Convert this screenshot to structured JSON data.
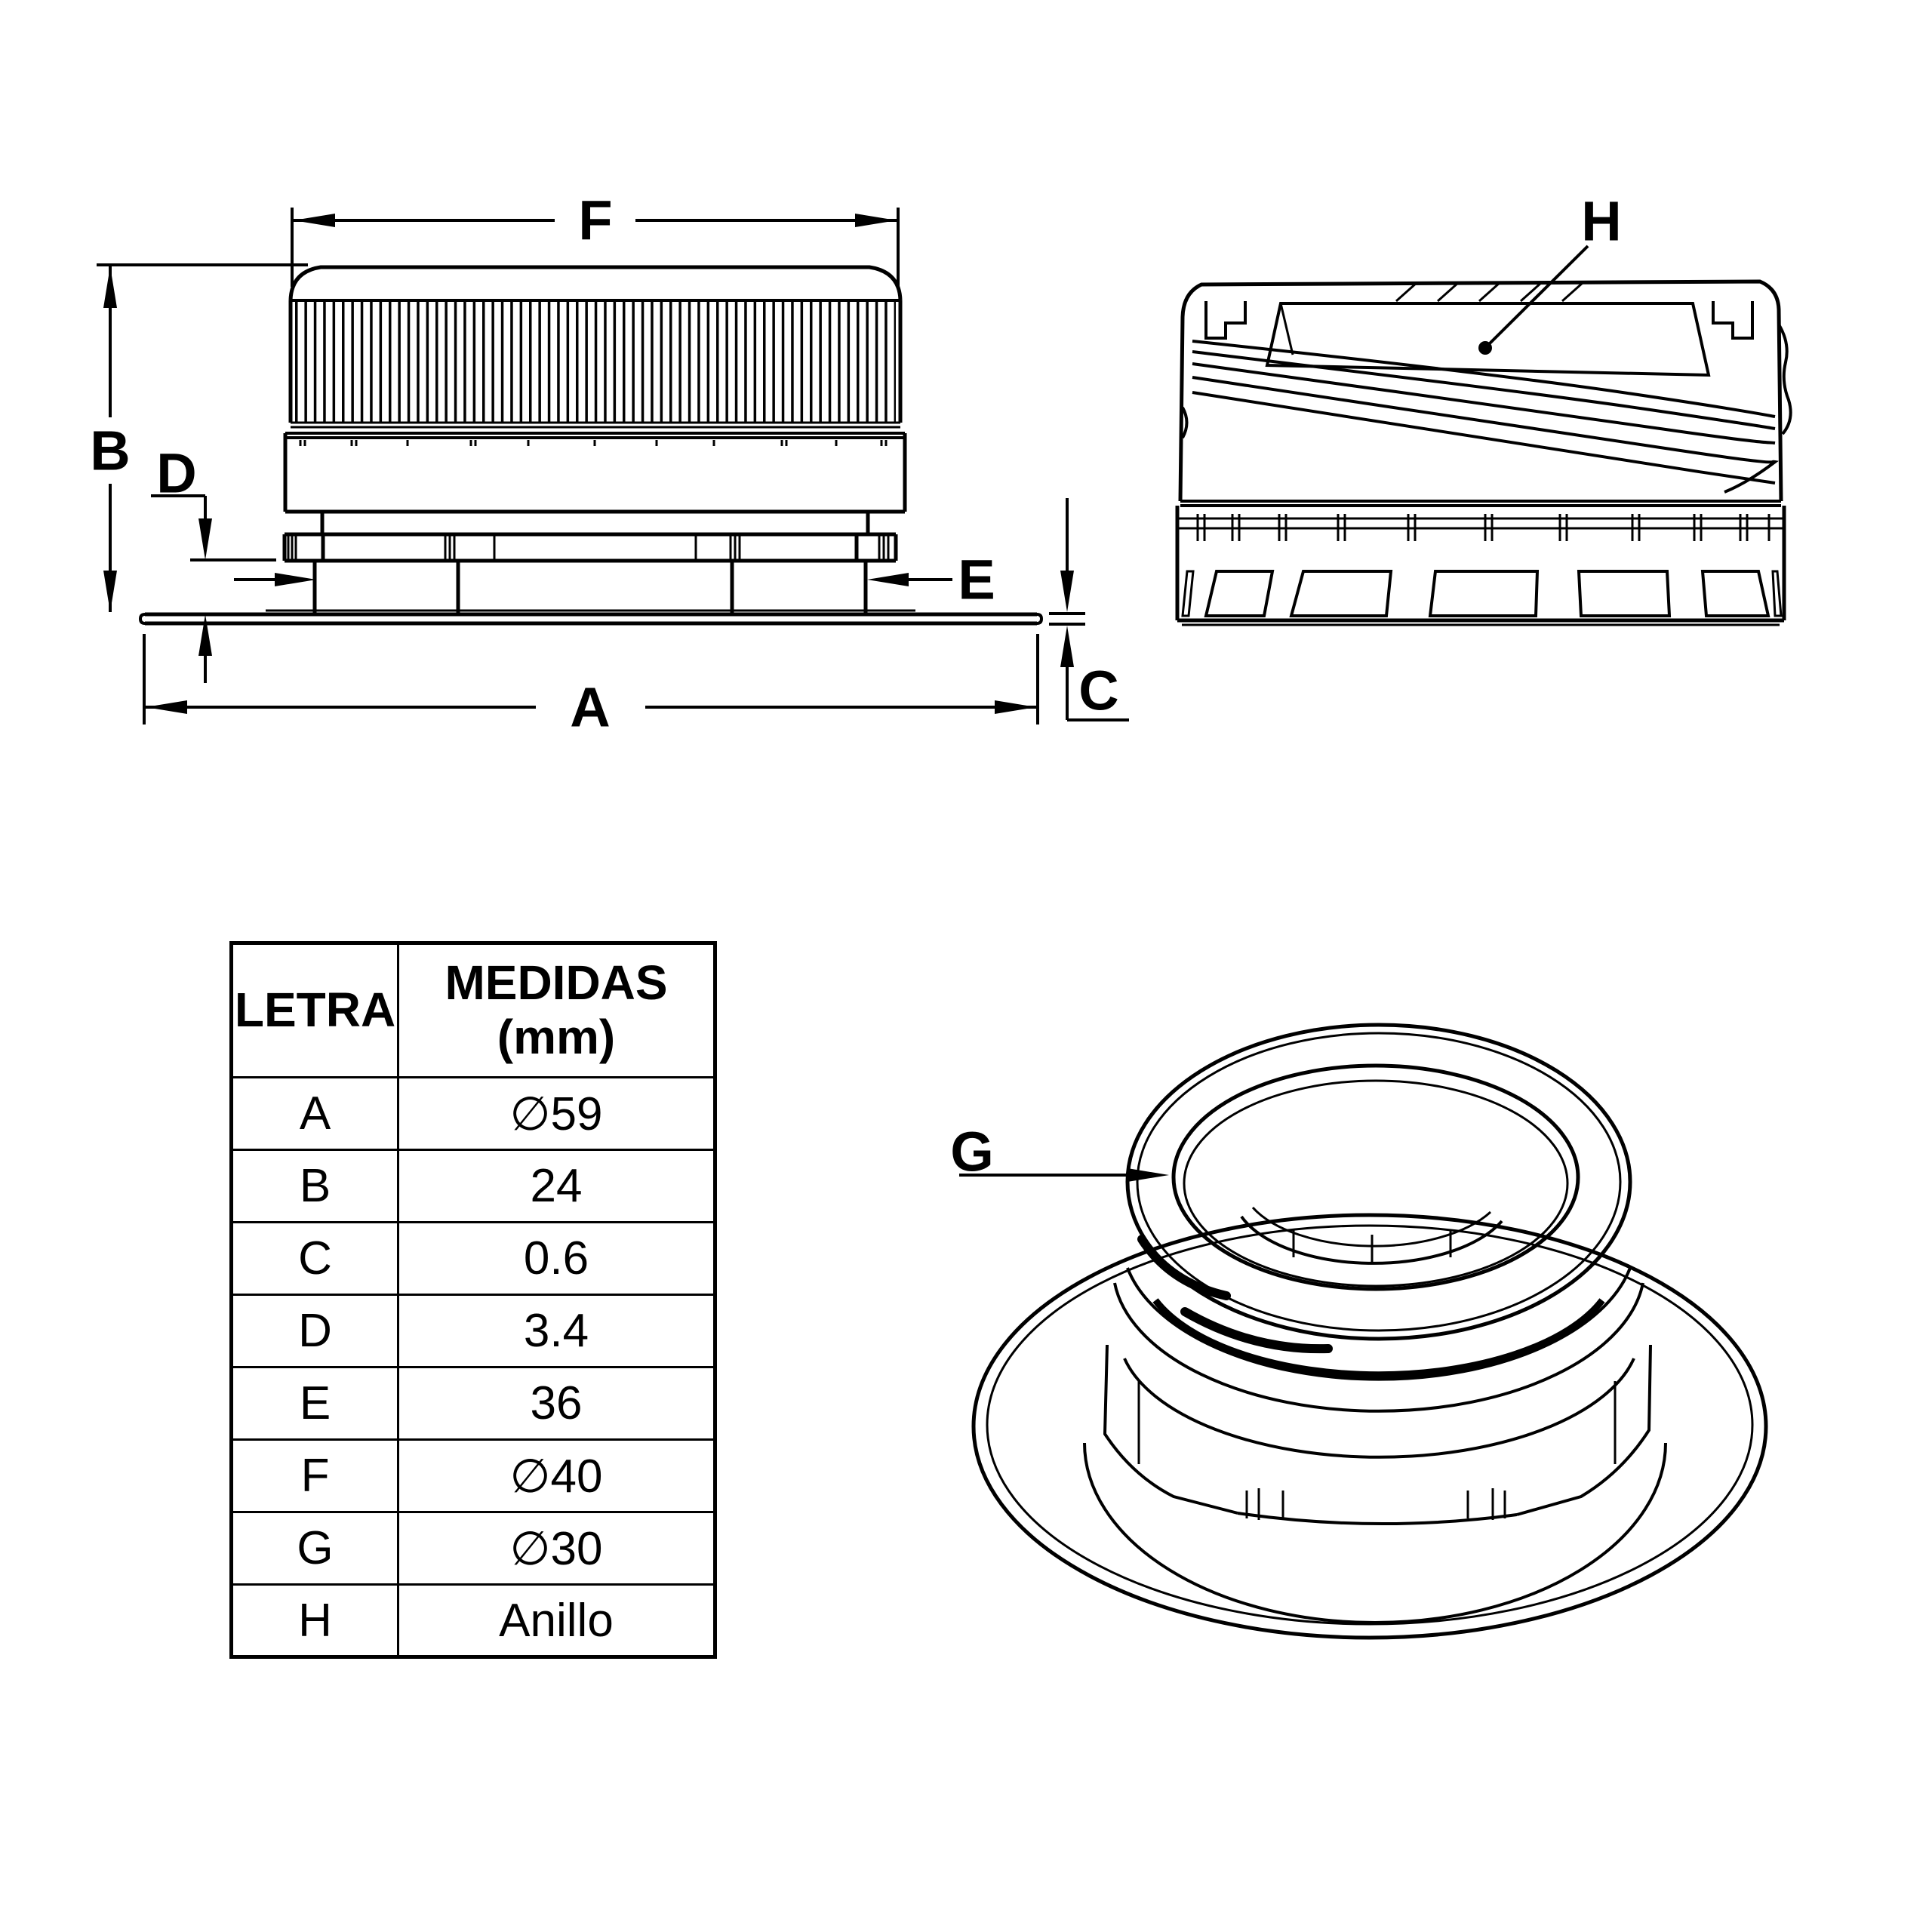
{
  "colors": {
    "line": "#000000",
    "background": "#ffffff"
  },
  "table": {
    "header": {
      "col_letter": "LETRA",
      "col_measure_line1": "MEDIDAS",
      "col_measure_line2": "(mm)"
    },
    "rows": [
      {
        "letter": "A",
        "value": "∅59"
      },
      {
        "letter": "B",
        "value": "24"
      },
      {
        "letter": "C",
        "value": "0.6"
      },
      {
        "letter": "D",
        "value": "3.4"
      },
      {
        "letter": "E",
        "value": "36"
      },
      {
        "letter": "F",
        "value": "∅40"
      },
      {
        "letter": "G",
        "value": "∅30"
      },
      {
        "letter": "H",
        "value": "Anillo"
      }
    ]
  },
  "dim_labels": {
    "a": "A",
    "b": "B",
    "c": "C",
    "d": "D",
    "e": "E",
    "f": "F",
    "g": "G",
    "h": "H"
  }
}
